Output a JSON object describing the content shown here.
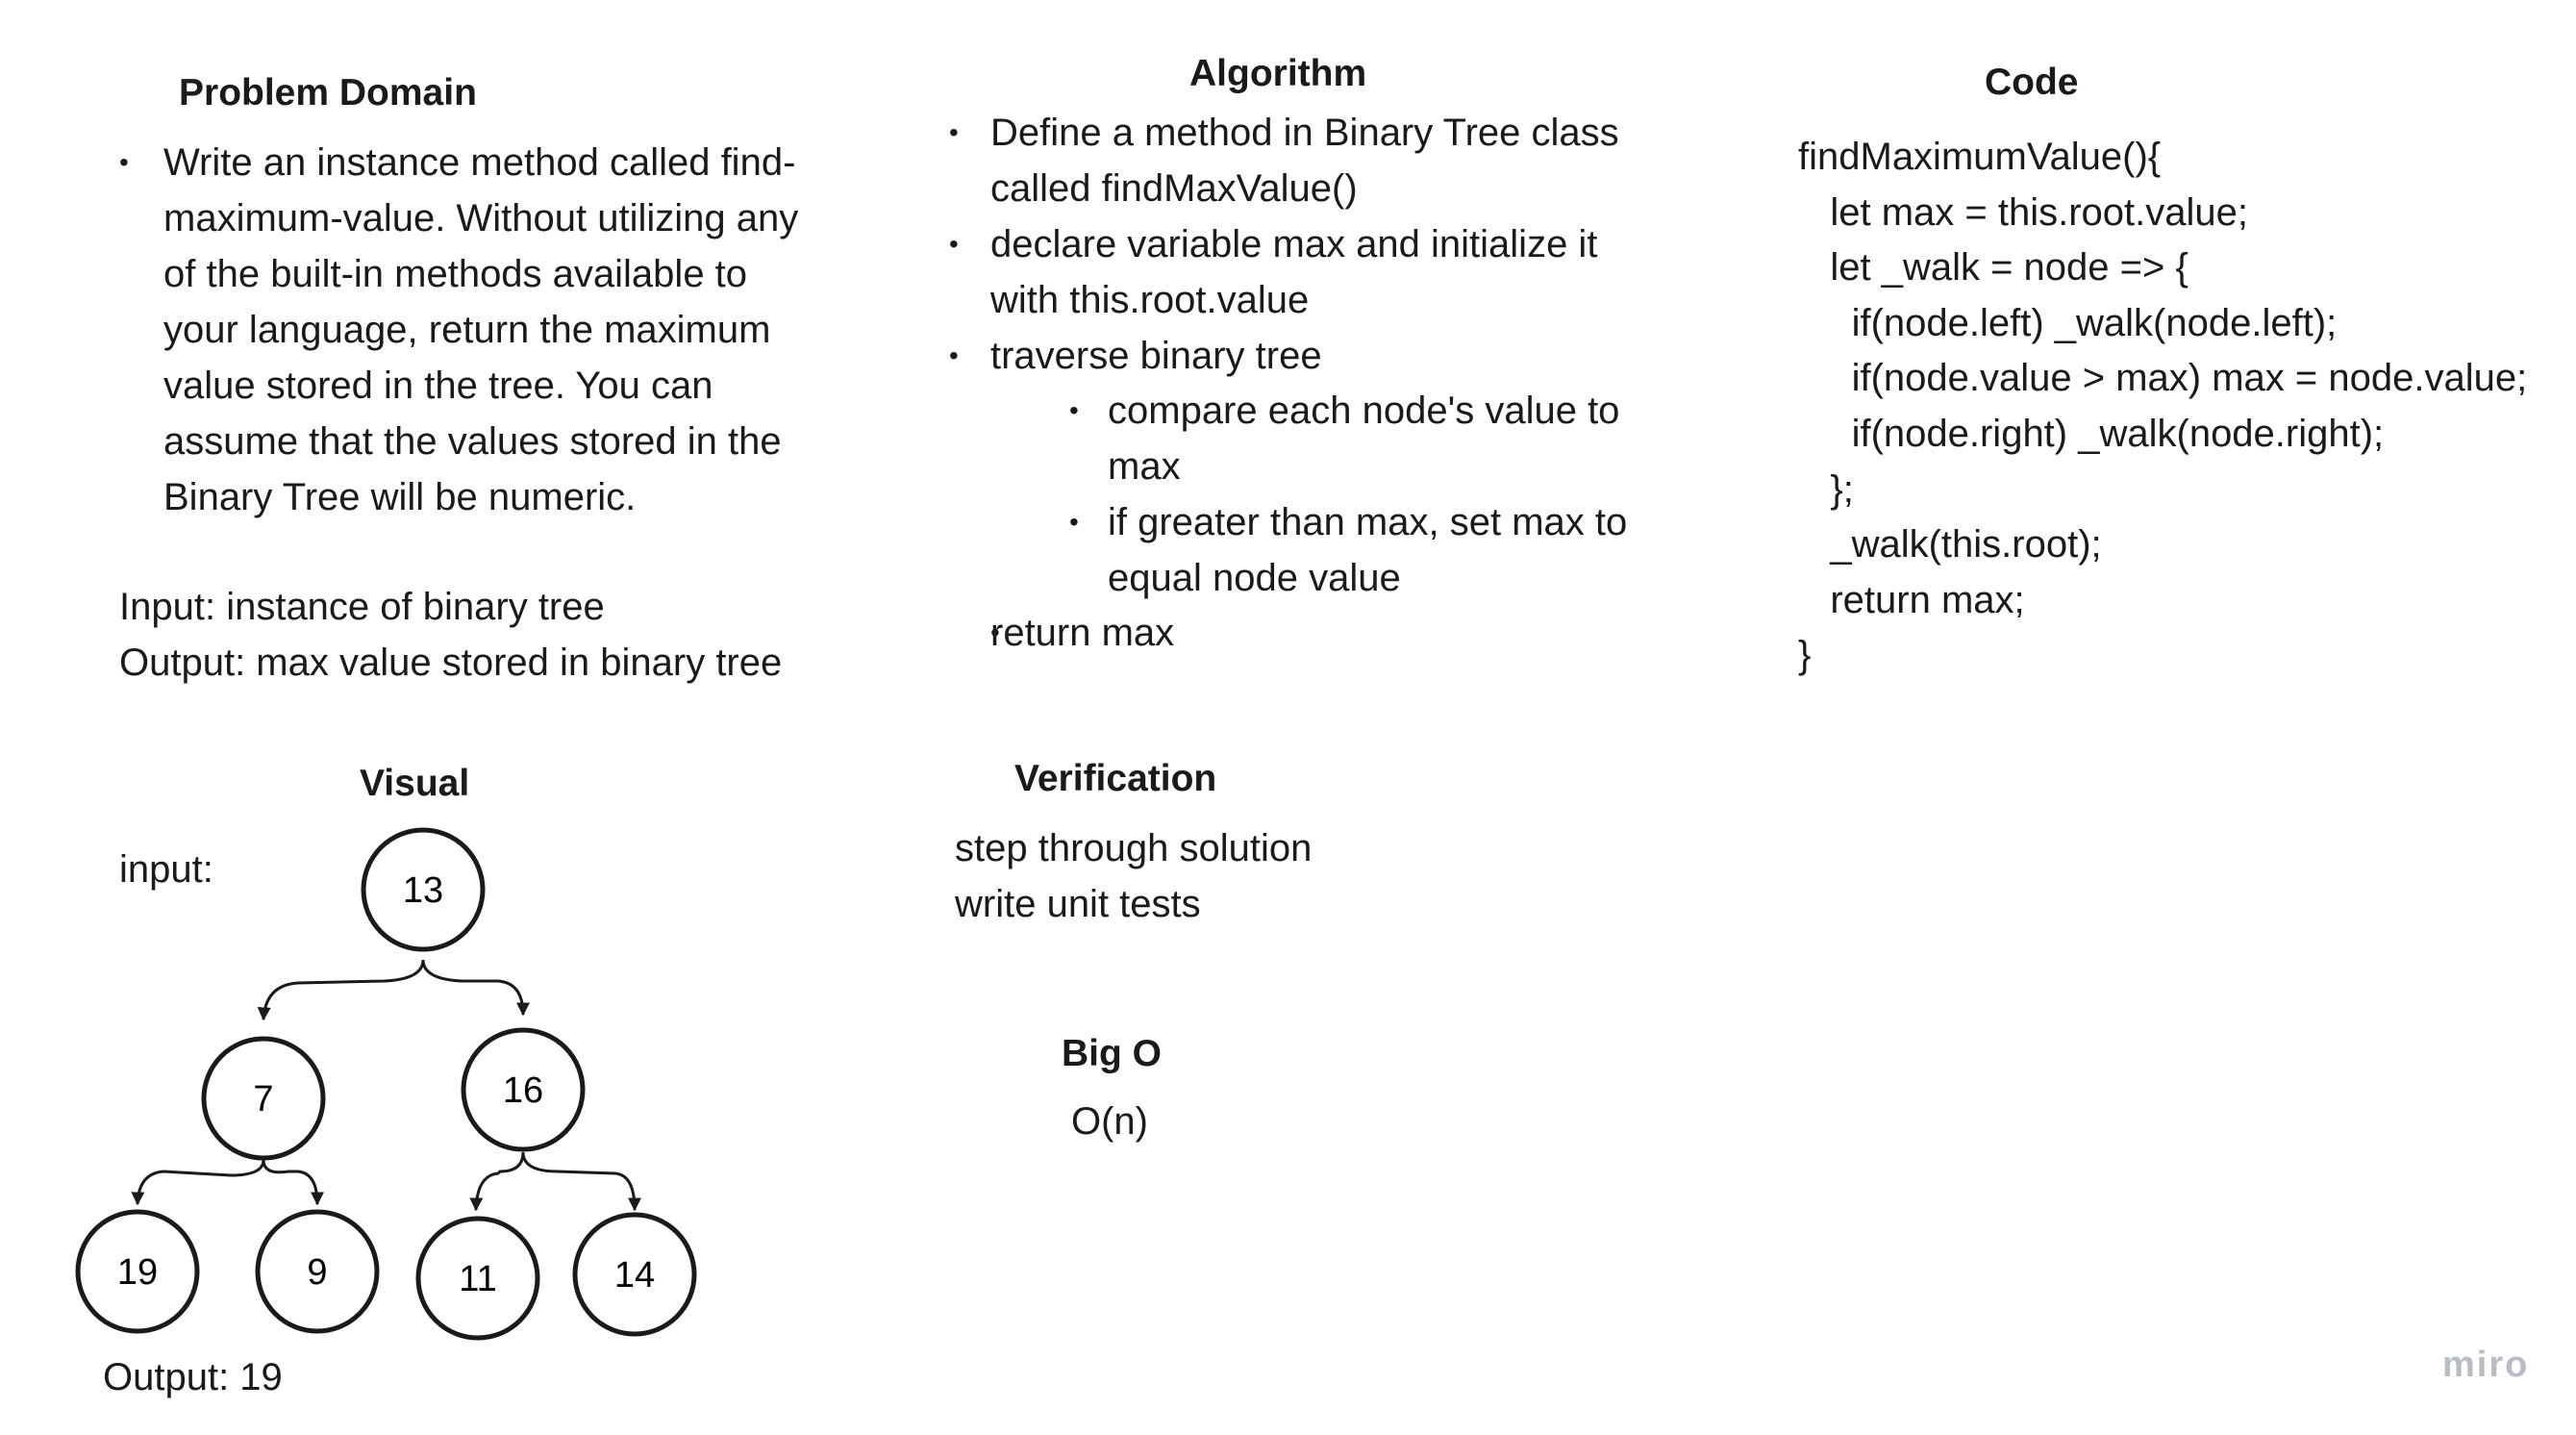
{
  "problem_domain": {
    "title": "Problem Domain",
    "bullet_lines": [
      "Write an instance method called find-",
      "maximum-value. Without utilizing any",
      "of the built-in methods available to",
      "your language, return the maximum",
      "value stored in the tree. You can",
      "assume that the values stored in the",
      "Binary Tree will be numeric."
    ],
    "input": "Input: instance of binary tree",
    "output": "Output: max value stored in binary tree"
  },
  "algorithm": {
    "title": "Algorithm",
    "steps": [
      [
        "Define a method in Binary Tree class",
        "called findMaxValue()"
      ],
      [
        "declare variable max and initialize it",
        "with this.root.value"
      ],
      [
        "traverse binary tree"
      ]
    ],
    "substeps": [
      [
        "compare each node's value to",
        "max"
      ],
      [
        "if greater than max, set max to",
        "equal node value"
      ]
    ],
    "final_step": "return max"
  },
  "code": {
    "title": "Code",
    "lines": [
      "findMaximumValue(){",
      "   let max = this.root.value;",
      "",
      "   let _walk = node => {",
      "     if(node.left) _walk(node.left);",
      "     if(node.value > max) max = node.value;",
      "     if(node.right) _walk(node.right);",
      "   };",
      "",
      "   _walk(this.root);",
      "   return max;",
      "}"
    ]
  },
  "visual": {
    "title": "Visual",
    "input_label": "input:",
    "output_label": "Output: 19",
    "tree": {
      "root": "13",
      "level2": [
        "7",
        "16"
      ],
      "level3": [
        "19",
        "9",
        "11",
        "14"
      ]
    }
  },
  "verification": {
    "title": "Verification",
    "lines": [
      "step through solution",
      "write unit tests"
    ]
  },
  "big_o": {
    "title": "Big O",
    "value": "O(n)"
  },
  "watermark": "miro"
}
